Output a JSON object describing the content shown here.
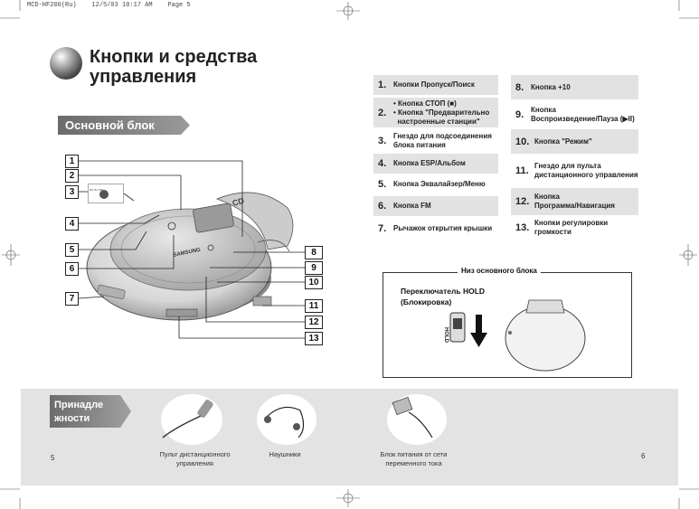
{
  "print_header": "MCD-HF200(Ru)    12/5/03 10:17 AM    Page 5",
  "title": {
    "line1": "Кнопки и средства",
    "line2": "управления"
  },
  "section_label": "Основной блок",
  "controls_left": [
    {
      "num": "1.",
      "text": "Кнопки Пропуск/Поиск"
    },
    {
      "num": "2.",
      "text": "• Кнопка СТОП (■)\n• Кнопка \"Предварительно\n  настроенные станции\""
    },
    {
      "num": "3.",
      "text": "Гнездо для подсоединения\nблока питания"
    },
    {
      "num": "4.",
      "text": "Кнопка ESP/Альбом"
    },
    {
      "num": "5.",
      "text": "Кнопка Эквалайзер/Меню"
    },
    {
      "num": "6.",
      "text": "Кнопка FM"
    },
    {
      "num": "7.",
      "text": "Рычажок открытия крышки"
    }
  ],
  "controls_right": [
    {
      "num": "8.",
      "text": "Кнопка +10"
    },
    {
      "num": "9.",
      "text": "Кнопка\nВоспроизведение/Пауза (▶II)"
    },
    {
      "num": "10.",
      "text": "Кнопка \"Режим\""
    },
    {
      "num": "11.",
      "text": "Гнездо для пульта\nдистанционного управления"
    },
    {
      "num": "12.",
      "text": "Кнопка\nПрограмма/Навигация"
    },
    {
      "num": "13.",
      "text": "Кнопки регулировки\nгромкости"
    }
  ],
  "callouts_left": [
    "1",
    "2",
    "3",
    "4",
    "5",
    "6",
    "7"
  ],
  "callouts_right": [
    "8",
    "9",
    "10",
    "11",
    "12",
    "13"
  ],
  "device_text": {
    "brand": "SAMSUNG",
    "cd": "CD",
    "dc": "DC IN 4.5V"
  },
  "bottom_section": {
    "title": "Низ основного блока",
    "hold_label_line1": "Переключатель HOLD",
    "hold_label_line2": "(Блокировка)",
    "hold_switch": "HOLD"
  },
  "accessories": {
    "label_line1": "Принадле",
    "label_line2": "жности",
    "items": [
      {
        "caption": "Пульт дистанционного\nуправления"
      },
      {
        "caption": "Наушники"
      },
      {
        "caption": "Блок питания от сети\nпеременного тока"
      }
    ]
  },
  "page_left": "5",
  "page_right": "6"
}
